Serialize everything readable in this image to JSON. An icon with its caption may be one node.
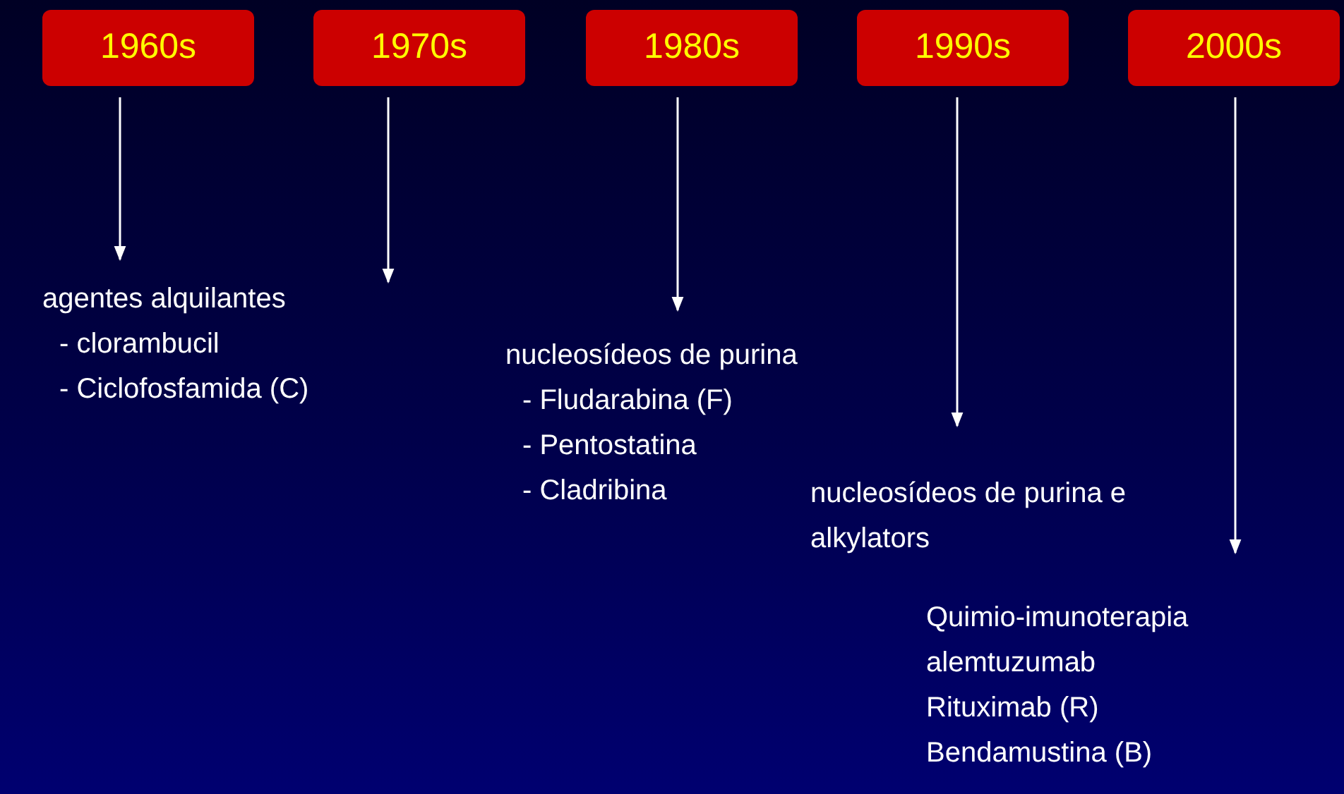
{
  "diagram": {
    "nodes": [
      {
        "text": [
          "1960s"
        ]
      },
      {
        "text": [
          "1970s"
        ]
      },
      {
        "text": [
          "1980s"
        ]
      },
      {
        "text": [
          "1990s"
        ]
      },
      {
        "text": [
          "2000s"
        ]
      },
      {
        "text": [
          "agentes alquilantes",
          "- clorambucil",
          "- Ciclofosfamida (C)"
        ]
      },
      {
        "text": [
          "nucleosídeos de purina",
          "- Fludarabina (F)",
          "- Pentostatina",
          "- Cladribina"
        ]
      },
      {
        "text": [
          "nucleosídeos de purina e alkylators"
        ]
      },
      {
        "text": [
          "Quimio-imunoterapia",
          "alemtuzumab",
          "Rituximab (R)",
          "Bendamustina (B)"
        ]
      }
    ],
    "edges": [
      {
        "from": 0,
        "to": 5,
        "arrow": "to"
      },
      {
        "from": 1,
        "to": null,
        "arrow": "to"
      },
      {
        "from": 2,
        "to": 6,
        "arrow": "to"
      },
      {
        "from": 3,
        "to": 7,
        "arrow": "to"
      },
      {
        "from": 4,
        "to": 8,
        "arrow": "to"
      }
    ]
  }
}
